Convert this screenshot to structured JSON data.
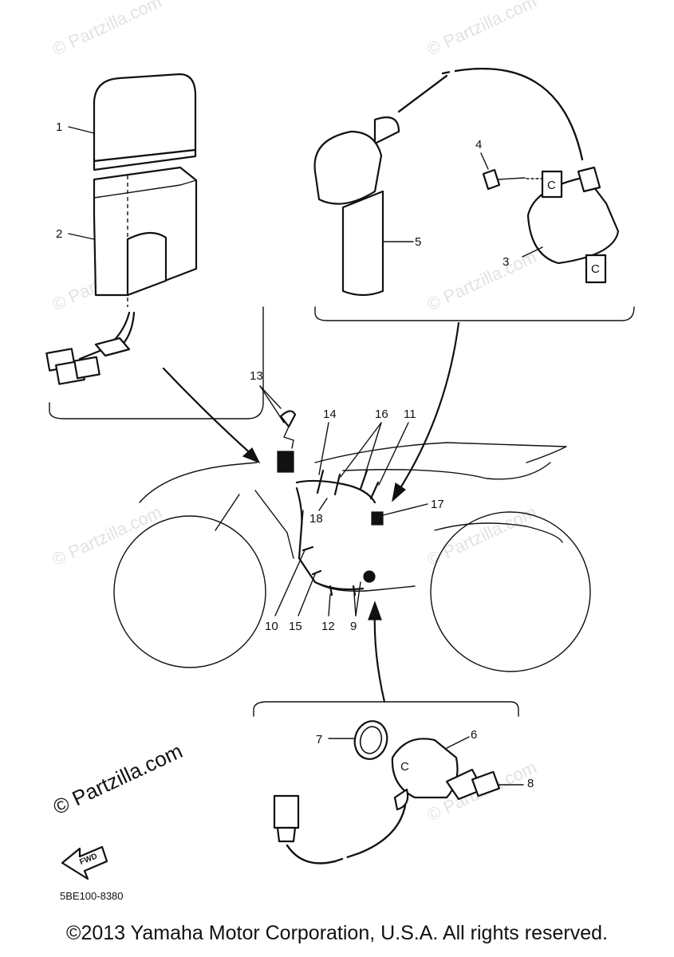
{
  "watermark": "© Partzilla.com",
  "callouts": [
    "1",
    "2",
    "3",
    "4",
    "5",
    "6",
    "7",
    "8",
    "9",
    "10",
    "11",
    "12",
    "13",
    "14",
    "15",
    "16",
    "17",
    "18"
  ],
  "fwd_label": "FWD",
  "diagram_code": "5BE100-8380",
  "icons": {
    "fwd": "fwd-arrow-icon",
    "coil_marking": "C"
  },
  "copyright": "©2013 Yamaha Motor Corporation, U.S.A. All rights reserved."
}
